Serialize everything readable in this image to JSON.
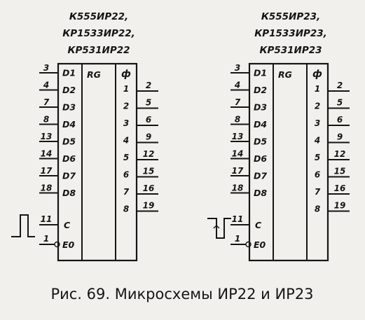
{
  "chips": [
    {
      "titles": [
        "К555ИР22,",
        "КР1533ИР22,",
        "КР531ИР22"
      ],
      "block_label": "RG",
      "out_header": "ф",
      "inputs": [
        {
          "pin": "3",
          "name": "D1"
        },
        {
          "pin": "4",
          "name": "D2"
        },
        {
          "pin": "7",
          "name": "D3"
        },
        {
          "pin": "8",
          "name": "D4"
        },
        {
          "pin": "13",
          "name": "D5"
        },
        {
          "pin": "14",
          "name": "D6"
        },
        {
          "pin": "17",
          "name": "D7"
        },
        {
          "pin": "18",
          "name": "D8"
        }
      ],
      "outputs": [
        {
          "name": "1",
          "pin": "2"
        },
        {
          "name": "2",
          "pin": "5"
        },
        {
          "name": "3",
          "pin": "6"
        },
        {
          "name": "4",
          "pin": "9"
        },
        {
          "name": "5",
          "pin": "12"
        },
        {
          "name": "6",
          "pin": "15"
        },
        {
          "name": "7",
          "pin": "16"
        },
        {
          "name": "8",
          "pin": "19"
        }
      ],
      "clock": {
        "pin": "11",
        "name": "C",
        "edge": "rising"
      },
      "enable": {
        "pin": "1",
        "name": "E0"
      }
    },
    {
      "titles": [
        "К555ИР23,",
        "КР1533ИР23,",
        "КР531ИР23"
      ],
      "block_label": "RG",
      "out_header": "ф",
      "inputs": [
        {
          "pin": "3",
          "name": "D1"
        },
        {
          "pin": "4",
          "name": "D2"
        },
        {
          "pin": "7",
          "name": "D3"
        },
        {
          "pin": "8",
          "name": "D4"
        },
        {
          "pin": "13",
          "name": "D5"
        },
        {
          "pin": "14",
          "name": "D6"
        },
        {
          "pin": "17",
          "name": "D7"
        },
        {
          "pin": "18",
          "name": "D8"
        }
      ],
      "outputs": [
        {
          "name": "1",
          "pin": "2"
        },
        {
          "name": "2",
          "pin": "5"
        },
        {
          "name": "3",
          "pin": "6"
        },
        {
          "name": "4",
          "pin": "9"
        },
        {
          "name": "5",
          "pin": "12"
        },
        {
          "name": "6",
          "pin": "15"
        },
        {
          "name": "7",
          "pin": "16"
        },
        {
          "name": "8",
          "pin": "19"
        }
      ],
      "clock": {
        "pin": "11",
        "name": "C",
        "edge": "falling"
      },
      "enable": {
        "pin": "1",
        "name": "E0"
      }
    }
  ],
  "caption": "Рис. 69. Микросхемы ИР22 и ИР23"
}
